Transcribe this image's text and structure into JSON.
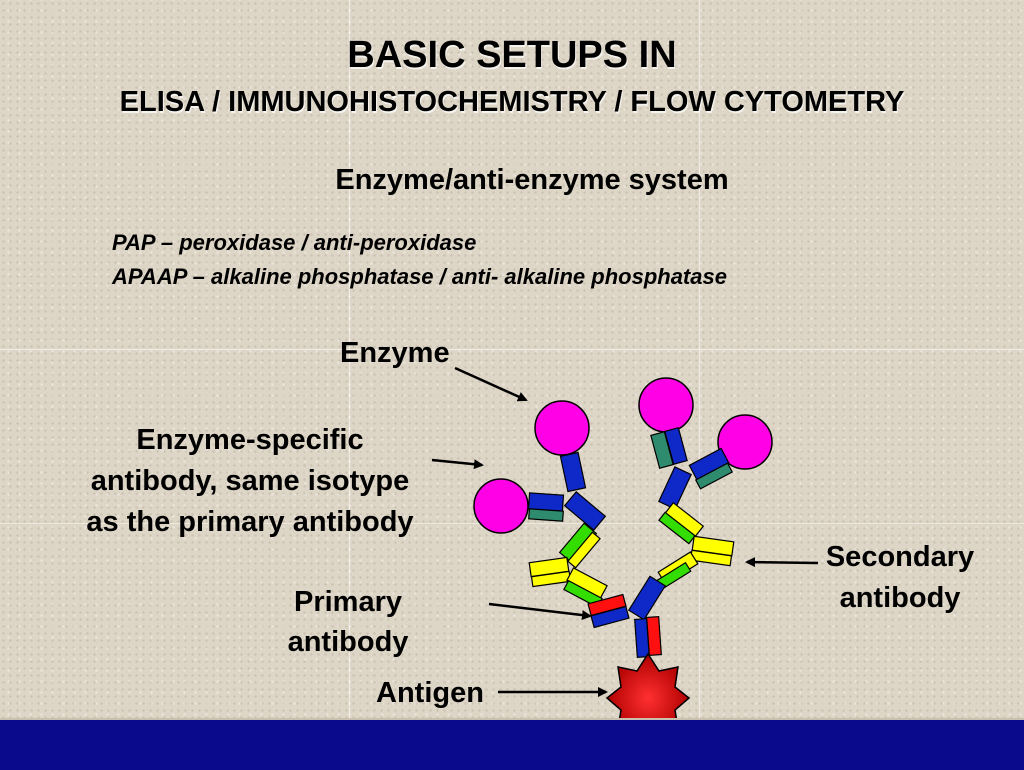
{
  "slide": {
    "title_line1": "BASIC SETUPS IN",
    "title_line2": "ELISA / IMMUNOHISTOCHEMISTRY / FLOW CYTOMETRY",
    "subtitle": "Enzyme/anti-enzyme system",
    "definitions": [
      "PAP – peroxidase / anti-peroxidase",
      "APAAP – alkaline phosphatase / anti- alkaline phosphatase"
    ]
  },
  "labels": {
    "enzyme": "Enzyme",
    "enzyme_specific": [
      "Enzyme-specific",
      "antibody, same isotype",
      "as the primary antibody"
    ],
    "primary": [
      "Primary",
      "antibody"
    ],
    "secondary": [
      "Secondary",
      "antibody"
    ],
    "antigen": "Antigen"
  },
  "colors": {
    "enzyme": "#ff00e6",
    "antigen": "#e00000",
    "heavy_chain_blue": "#0f28c8",
    "light_chain_teal": "#2e8b6e",
    "secondary_yellow": "#ffff00",
    "secondary_green": "#33dd00",
    "primary_red": "#ff1010",
    "footer": "#0a0a8c"
  }
}
